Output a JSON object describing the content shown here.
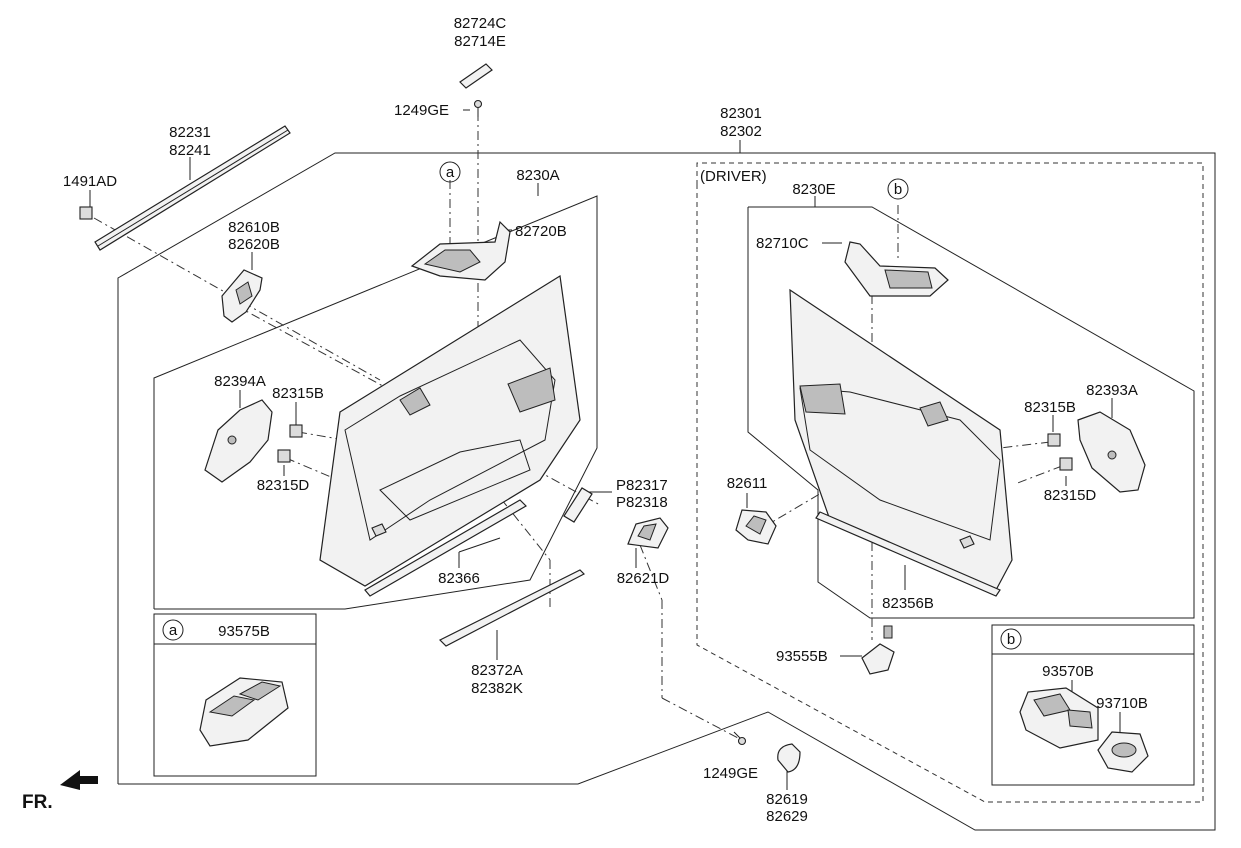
{
  "labels": {
    "p82724C": "82724C",
    "p82714E": "82714E",
    "p1249GE_top": "1249GE",
    "p82301": "82301",
    "p82302": "82302",
    "p82231": "82231",
    "p82241": "82241",
    "p1491AD": "1491AD",
    "p8230A": "8230A",
    "p82720B": "82720B",
    "p82610B": "82610B",
    "p82620B": "82620B",
    "p82394A": "82394A",
    "p82315B_left": "82315B",
    "p82315D_left": "82315D",
    "pP82317": "P82317",
    "pP82318": "P82318",
    "p82621D": "82621D",
    "p82366": "82366",
    "p82372A": "82372A",
    "p82382K": "82382K",
    "p93575B": "93575B",
    "driver": "(DRIVER)",
    "p8230E": "8230E",
    "p82710C": "82710C",
    "p82315B_right": "82315B",
    "p82393A": "82393A",
    "p82315D_right": "82315D",
    "p82611": "82611",
    "p82356B": "82356B",
    "p93555B": "93555B",
    "p93570B": "93570B",
    "p93710B": "93710B",
    "p1249GE_bottom": "1249GE",
    "p82619": "82619",
    "p82629": "82629",
    "fr": "FR."
  },
  "callouts": {
    "a": "a",
    "b": "b"
  },
  "colors": {
    "line": "#222222",
    "part_fill": "#f2f2f2",
    "part_shade": "#bdbdbd"
  }
}
